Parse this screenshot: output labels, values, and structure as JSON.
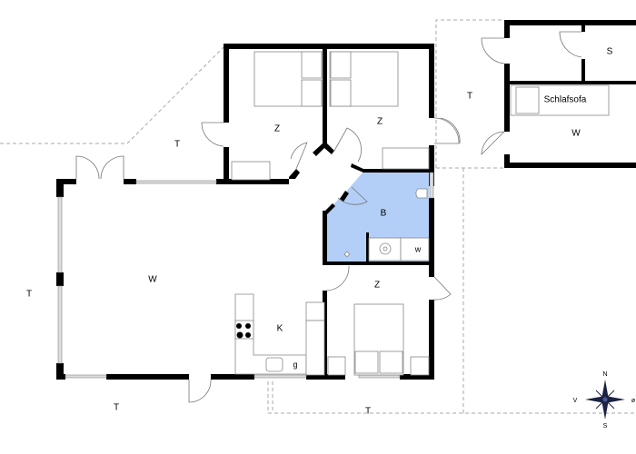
{
  "floorplan": {
    "rooms": {
      "bedroom_1": "Z",
      "bedroom_2": "Z",
      "bedroom_3": "Z",
      "bathroom": "B",
      "bathroom_wc": "w",
      "living_room": "W",
      "kitchen": "K",
      "kitchen_g": "g",
      "annex_living": "W",
      "annex_storage": "S",
      "sofa_bed": "Schlafsofa"
    },
    "terraces": [
      "T",
      "T",
      "T",
      "T",
      "T"
    ],
    "compass": {
      "north": "N",
      "west": "V",
      "east": "ø",
      "south": "S"
    },
    "colors": {
      "bathroom_fill": "#b3cff7",
      "walls": "#000000"
    }
  }
}
